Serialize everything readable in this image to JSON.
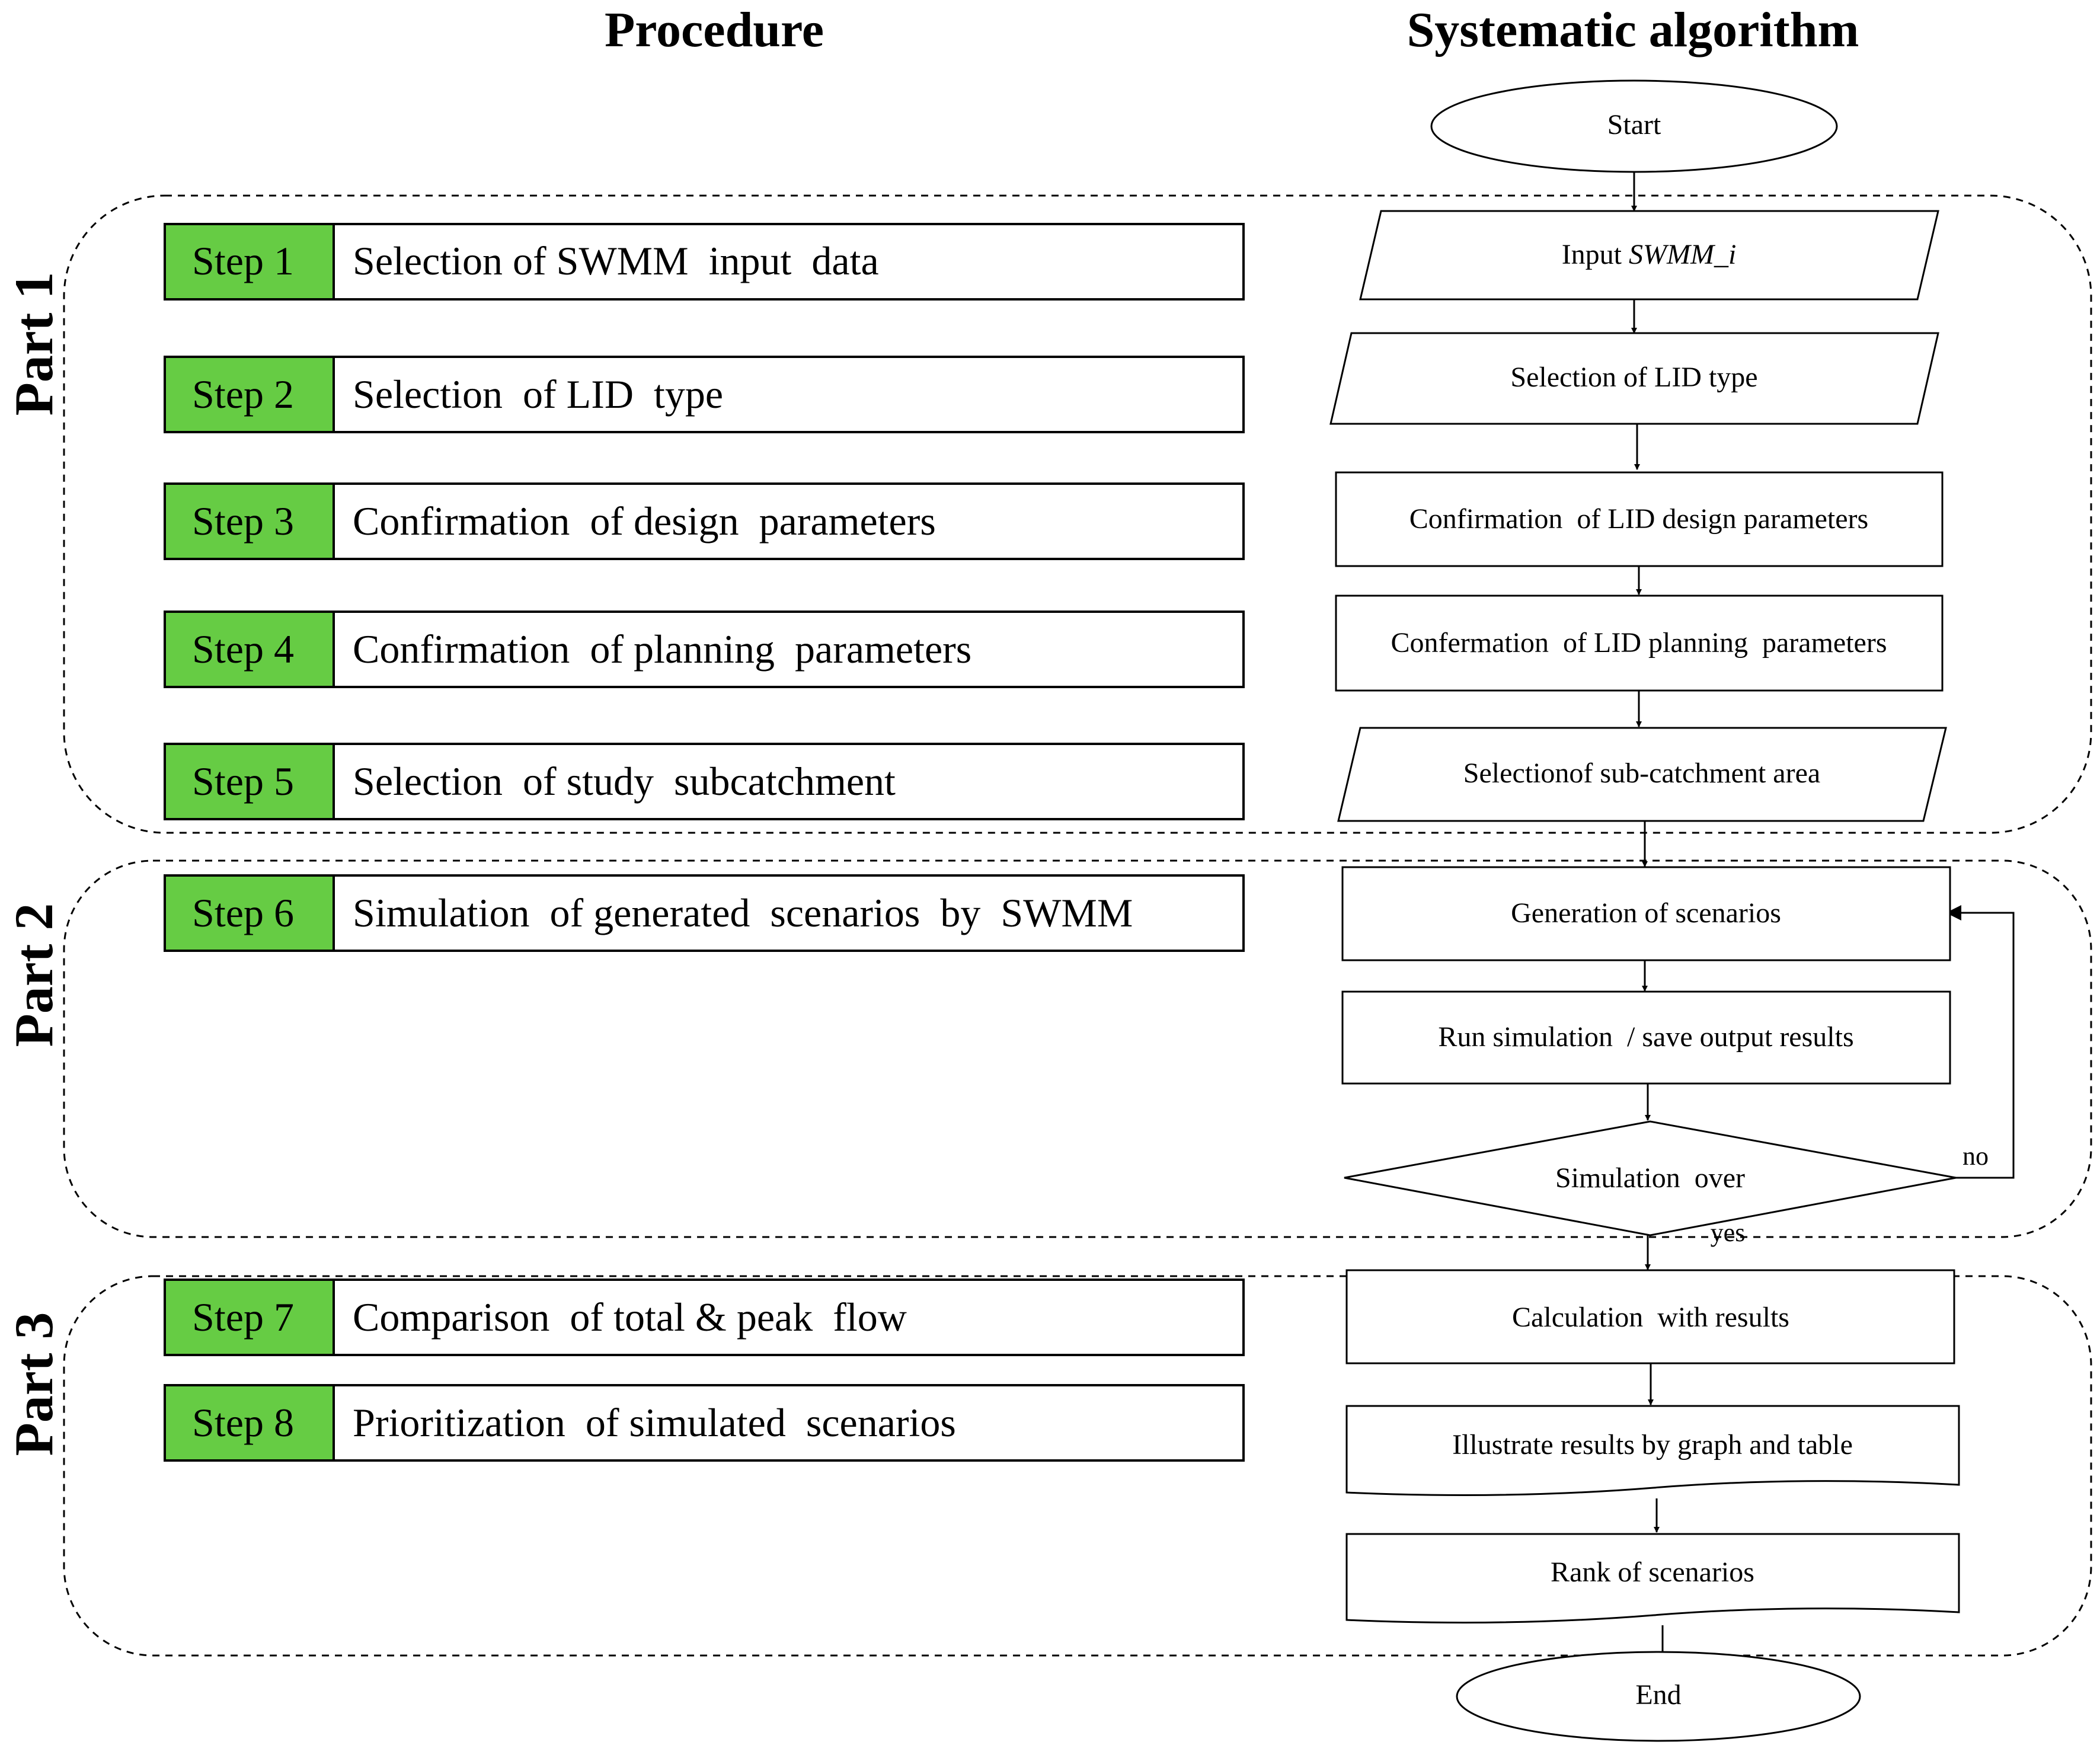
{
  "headers": {
    "procedure": "Procedure",
    "algorithm": "Systematic algorithm"
  },
  "parts": [
    "Part 1",
    "Part 2",
    "Part 3"
  ],
  "steps": [
    {
      "label": "Step 1",
      "text": "Selection of SWMM  input  data"
    },
    {
      "label": "Step 2",
      "text": "Selection  of LID  type"
    },
    {
      "label": "Step 3",
      "text": "Confirmation  of design  parameters"
    },
    {
      "label": "Step 4",
      "text": "Confirmation  of planning  parameters"
    },
    {
      "label": "Step 5",
      "text": "Selection  of study  subcatchment"
    },
    {
      "label": "Step 6",
      "text": "Simulation  of generated  scenarios  by  SWMM"
    },
    {
      "label": "Step 7",
      "text": "Comparison  of total & peak  flow"
    },
    {
      "label": "Step 8",
      "text": "Prioritization  of simulated  scenarios"
    }
  ],
  "flow": {
    "start": "Start",
    "input_prefix": "Input ",
    "input_var": "SWMM_i",
    "lid_type": "Selection of LID type",
    "design": "Confirmation  of LID design parameters",
    "planning": "Confermation  of LID planning  parameters",
    "subcatch": "Selectionof sub-catchment area",
    "generation": "Generation of scenarios",
    "run": "Run simulation  / save output results",
    "decision": "Simulation  over",
    "no": "no",
    "yes": "yes",
    "calc": "Calculation  with results",
    "illustrate": "Illustrate results by graph and table",
    "rank": "Rank of scenarios",
    "end": "End"
  },
  "colors": {
    "step_green": "#66CC44",
    "line": "#000000",
    "background": "#ffffff"
  }
}
